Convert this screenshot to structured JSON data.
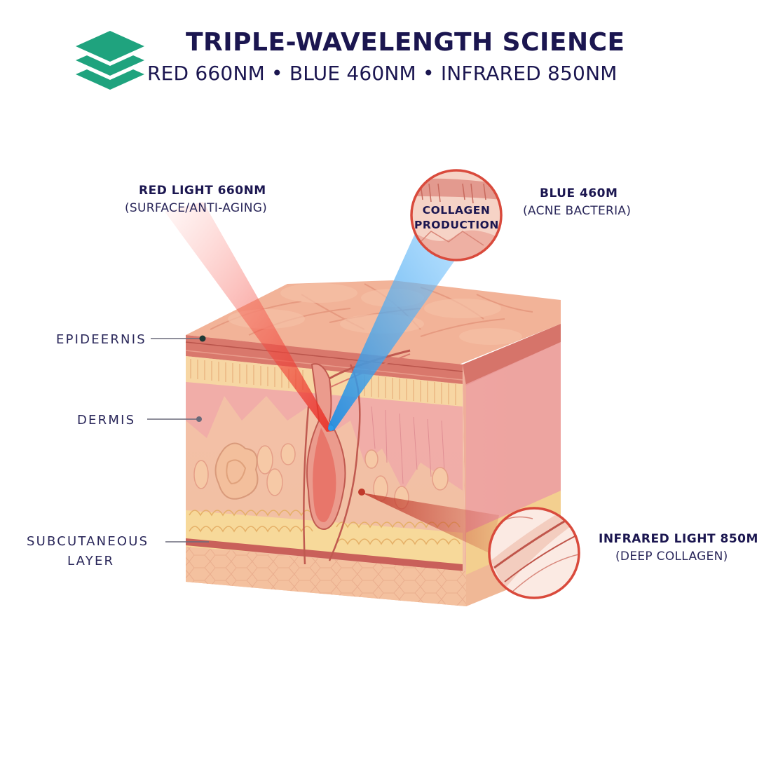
{
  "header": {
    "logo_icon": "stacked-layers-icon",
    "logo_color": "#1fa37e",
    "title": "TRIPLE-WAVELENGTH SCIENCE",
    "subtitle": "RED 660NM • BLUE 460NM • INFRARED 850NM"
  },
  "lights": {
    "red": {
      "title": "RED LIGHT 660NM",
      "subtitle": "(SURFACE/ANTI-AGING)",
      "color": "#e8352e"
    },
    "blue": {
      "title": "BLUE 460M",
      "subtitle": "(ACNE BACTERIA)",
      "color": "#2f9be8"
    },
    "infrared": {
      "title": "INFRARED LIGHT 850M",
      "subtitle": "(DEEP COLLAGEN)",
      "color": "#c0392b"
    }
  },
  "callout": {
    "line1": "COLLAGEN",
    "line2": "PRODUCTION"
  },
  "layers": {
    "epidermis": "EPIDEERNIS",
    "dermis": "DERMIS",
    "subcutaneous_line1": "SUBCUTANEOUS",
    "subcutaneous_line2": "LAYER"
  },
  "colors": {
    "text": "#1b1650",
    "skin_top": "#f3b49a",
    "dermis": "#f2c7b4",
    "fat": "#f5d59b",
    "callout_ring": "#d94a3c"
  }
}
